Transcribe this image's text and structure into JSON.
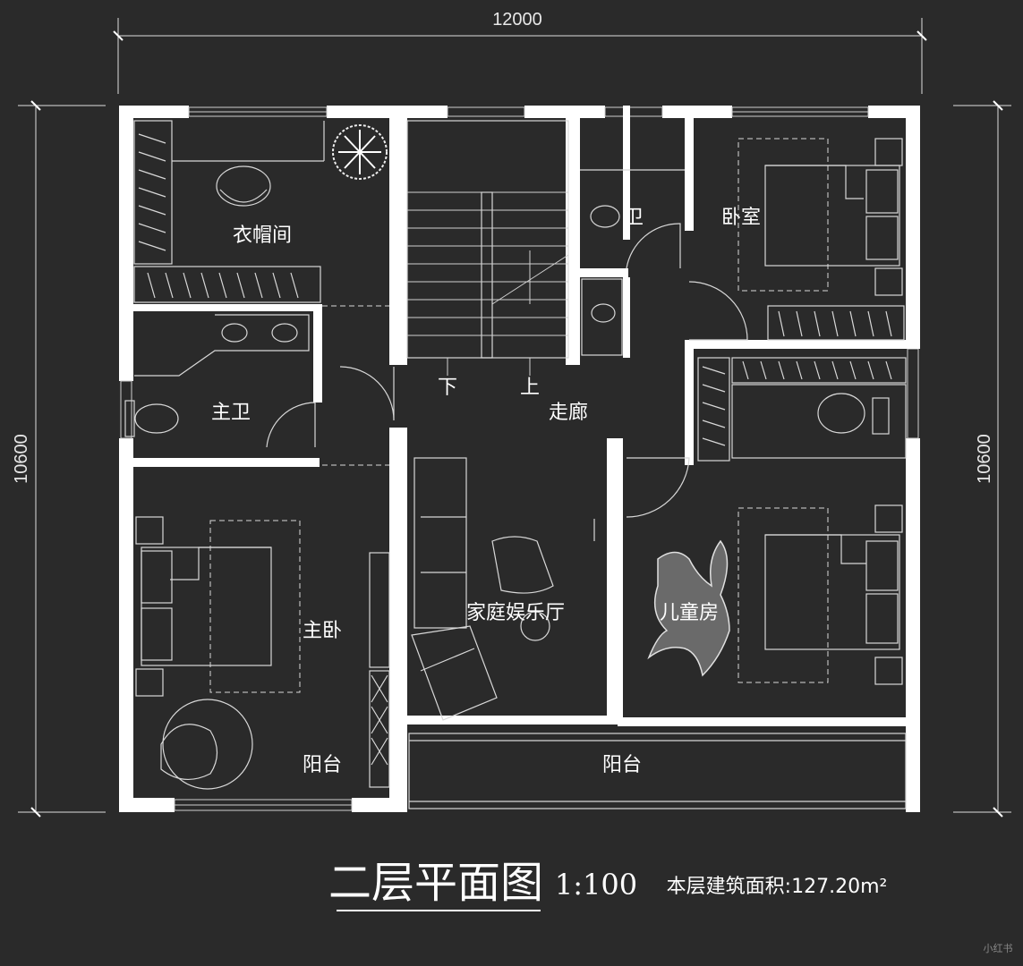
{
  "dimensions": {
    "width": "12000",
    "height_left": "10600",
    "height_right": "10600"
  },
  "rooms": {
    "cloakroom": "衣帽间",
    "bath_small": "卫",
    "bedroom": "卧室",
    "master_bath": "主卫",
    "corridor": "走廊",
    "stair_down": "下",
    "stair_up": "上",
    "master_bedroom": "主卧",
    "family_room": "家庭娱乐厅",
    "kids_room": "儿童房",
    "balcony_left": "阳台",
    "balcony_right": "阳台"
  },
  "footer": {
    "title": "二层平面图",
    "scale": "1:100",
    "area_label": "本层建筑面积:127.20m²"
  },
  "watermark": "小红书"
}
